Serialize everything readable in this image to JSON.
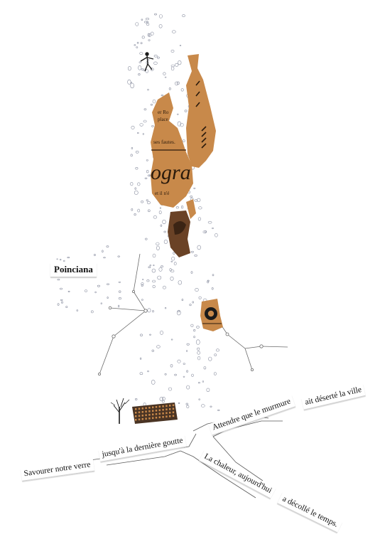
{
  "collage": {
    "title": "Poinciana",
    "phrases": [
      "Savourer notre verre",
      "jusqu'à la dernière goutte",
      "Attendre que le murmure",
      "ait déserté la ville",
      "La chaleur, aujourd'hui",
      "a décollé le temps."
    ],
    "newsprint_fragments": [
      "er Ro",
      "place",
      "ses fautes.",
      "ogra",
      "et il n'é"
    ]
  },
  "colors": {
    "paper": "#ffffff",
    "newsprint": "#c8894a",
    "ink": "#1a1a1a",
    "line": "#6b6b6b",
    "fleck": "#8a8fa0"
  }
}
